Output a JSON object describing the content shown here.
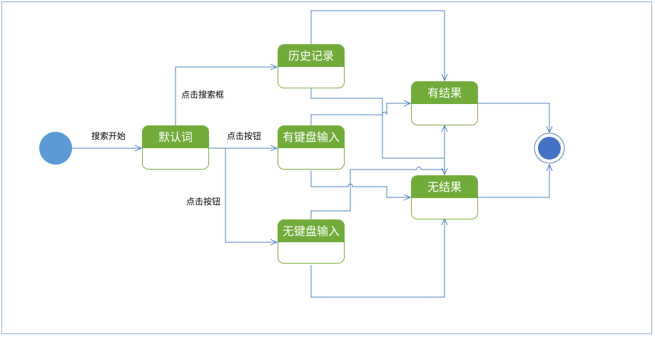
{
  "states": {
    "default_word": "默认词",
    "history": "历史记录",
    "keyboard_input": "有键盘输入",
    "no_keyboard_input": "无键盘输入",
    "has_result": "有结果",
    "no_result": "无结果"
  },
  "edge_labels": {
    "search_start": "搜索开始",
    "click_search_box": "点击搜索框",
    "click_button_1": "点击按钮",
    "click_button_2": "点击按钮"
  },
  "colors": {
    "state_header": "#71ac3b",
    "state_border": "#7aad3f",
    "connector": "#4f81bd",
    "initial_node": "#5b9bd5",
    "final_node": "#4472c4"
  }
}
